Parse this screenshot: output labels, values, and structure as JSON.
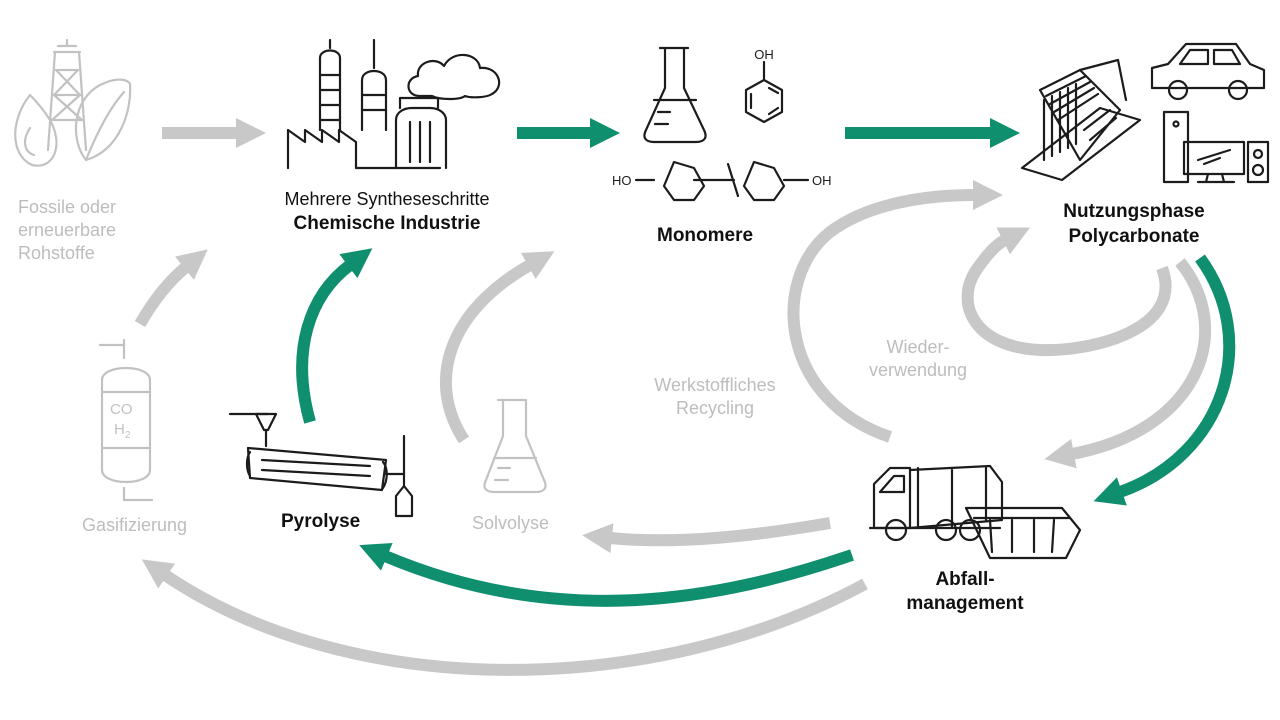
{
  "colors": {
    "green": "#0f8f6e",
    "gray_arrow": "#c8c8c8",
    "gray_text": "#bdbdbd",
    "ink": "#1c1c1c"
  },
  "nodes": {
    "raw": {
      "text": "Fossile oder\nerneuerbare\nRohstoffe",
      "icon": "oil-rig-leaf-icon"
    },
    "chem": {
      "line1": "Mehrere Syntheseschritte",
      "line2": "Chemische Industrie",
      "icon": "factory-icon"
    },
    "mono": {
      "label": "Monomere",
      "icons": [
        "flask-icon",
        "phenol-icon",
        "bisphenol-a-icon"
      ],
      "oh_phenol": "OH",
      "oh_left": "HO",
      "oh_right": "OH"
    },
    "use": {
      "line1": "Nutzungsphase",
      "line2": "Polycarbonate",
      "icons": [
        "polycarbonate-sheets-icon",
        "car-icon",
        "computer-icon"
      ]
    },
    "waste": {
      "text": "Abfall-\nmanagement",
      "icons": [
        "garbage-truck-icon",
        "skip-container-icon"
      ]
    },
    "solvolysis": {
      "label": "Solvolyse",
      "icon": "flask-icon"
    },
    "pyrolysis": {
      "label": "Pyrolyse",
      "icon": "pyrolysis-tube-icon"
    },
    "gasification": {
      "label": "Gasifizierung",
      "icon": "gasifier-icon",
      "co": "CO",
      "h2": "H",
      "h2_sub": "2"
    }
  },
  "labels": {
    "mechanical": "Werkstoffliches\nRecycling",
    "reuse": "Wieder-\nverwendung"
  }
}
